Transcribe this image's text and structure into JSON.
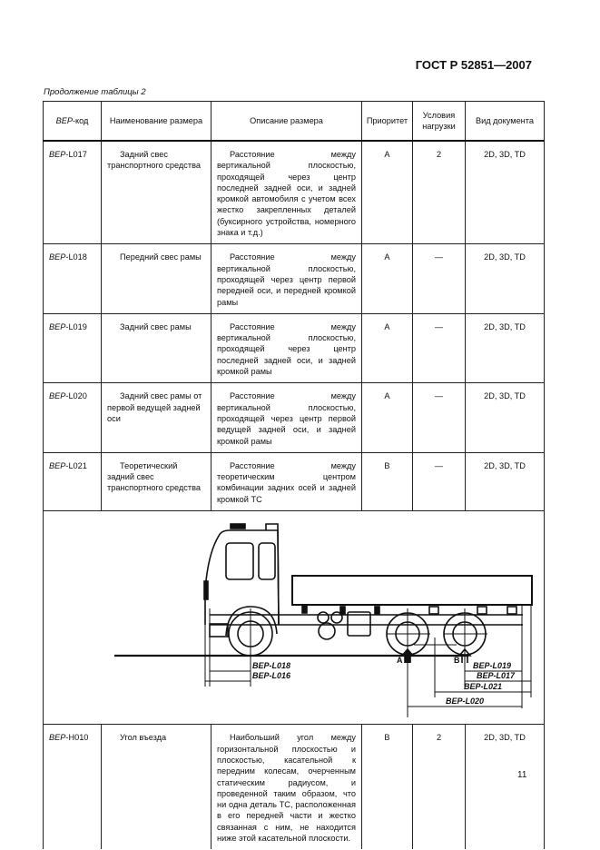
{
  "header": {
    "standard": "ГОСТ Р 52851—2007"
  },
  "caption": "Продолжение таблицы 2",
  "table": {
    "headers": {
      "code_prefix": "ВЕР",
      "code_suffix": "-код",
      "name": "Наименование размера",
      "desc": "Описание размера",
      "priority": "Приоритет",
      "load": "Условия нагрузки",
      "doc": "Вид документа"
    },
    "rows": [
      {
        "prefix": "ВЕР",
        "code": "-L017",
        "name": "Задний свес транспортного средства",
        "desc": "Расстояние между вертикальной плоскостью, проходящей через центр последней задней оси, и задней кромкой автомобиля с учетом всех жестко закрепленных деталей (буксирного устройства, номерного знака и т.д.)",
        "priority": "A",
        "load": "2",
        "doc": "2D, 3D, TD"
      },
      {
        "prefix": "ВЕР",
        "code": "-L018",
        "name": "Передний свес рамы",
        "desc": "Расстояние между вертикальной плоскостью, проходящей через центр первой передней оси, и передней кромкой рамы",
        "priority": "A",
        "load": "—",
        "doc": "2D, 3D, TD"
      },
      {
        "prefix": "ВЕР",
        "code": "-L019",
        "name": "Задний свес рамы",
        "desc": "Расстояние между вертикальной плоскостью, проходящей через центр последней задней оси, и задней кромкой рамы",
        "priority": "A",
        "load": "—",
        "doc": "2D, 3D, TD"
      },
      {
        "prefix": "ВЕР",
        "code": "-L020",
        "name": "Задний свес рамы от первой ведущей задней оси",
        "desc": "Расстояние между вертикальной плоскостью, проходящей через центр первой ведущей задней оси, и задней кромкой рамы",
        "priority": "A",
        "load": "—",
        "doc": "2D, 3D, TD"
      },
      {
        "prefix": "ВЕР",
        "code": "-L021",
        "name": "Теоретический задний свес транспортного средства",
        "desc": "Расстояние между теоретическим центром комбинации задних осей и задней кромкой ТС",
        "priority": "B",
        "load": "—",
        "doc": "2D, 3D, TD"
      }
    ],
    "figure": {
      "labels": {
        "l018": "ВЕР-L018",
        "l016": "ВЕР-L016",
        "l019": "ВЕР-L019",
        "l017": "ВЕР-L017",
        "l021": "ВЕР-L021",
        "l020": "ВЕР-L020",
        "a": "A",
        "b": "B"
      }
    },
    "last_row": {
      "prefix": "ВЕР",
      "code": "-H010",
      "name": "Угол въезда",
      "desc": "Наибольший угол между горизонтальной плоскостью и плоскостью, касательной к передним колесам, очерченным статическим радиусом, и проведенной таким образом, что ни одна деталь ТС, расположенная в его передней части и жестко связанная с ним, не находится ниже этой касательной плоскости.",
      "priority": "B",
      "load": "2",
      "doc": "2D, 3D, TD"
    }
  },
  "page_number": "11"
}
